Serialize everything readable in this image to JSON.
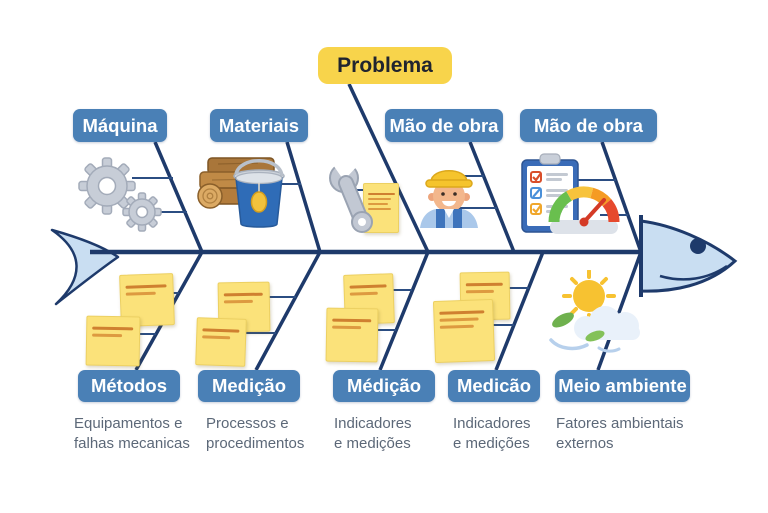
{
  "problem": {
    "label": "Problema"
  },
  "top": [
    {
      "label": "Máquina",
      "icon": "gears-icon"
    },
    {
      "label": "Materiais",
      "icon": "logs-bucket-icon"
    },
    {
      "label": "Mão de obra",
      "icon": "worker-icon"
    },
    {
      "label": "Mão de obra",
      "icon": "clipboard-gauge-icon"
    }
  ],
  "extra_top_icon": "wrench-icon",
  "bottom": [
    {
      "label": "Métodos",
      "desc1": "Equipamentos e",
      "desc2": "falhas mecanicas"
    },
    {
      "label": "Medição",
      "desc1": "Processos e",
      "desc2": "procedimentos"
    },
    {
      "label": "Médição",
      "desc1": "Indicadores",
      "desc2": "e medições"
    },
    {
      "label": "Medicão",
      "desc1": "Indicadores",
      "desc2": "e medições"
    },
    {
      "label": "Meio ambiente",
      "desc1": "Fatores ambientais",
      "desc2": "externos",
      "icon": "weather-icon"
    }
  ],
  "colors": {
    "bone": "#1e3a6b",
    "connector": "#2b4d82",
    "category_box": "#4a80b6",
    "category_text": "#ffffff",
    "problem_box": "#f8d44b",
    "problem_text": "#20242f",
    "fish_fill": "#c9def2",
    "sticky_note": "#fbe27a",
    "description_text": "#5c6878"
  }
}
